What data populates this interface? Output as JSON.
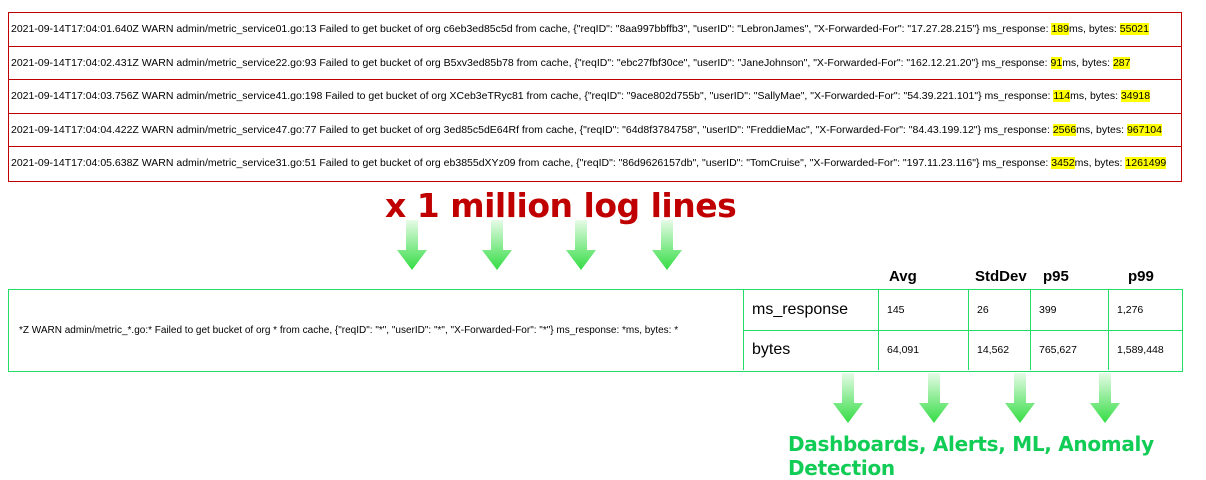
{
  "logs": [
    {
      "prefix": "2021-09-14T17:04:01.640Z WARN admin/metric_service01.go:13 Failed to get bucket of org c6eb3ed85c5d from cache, {\"reqID\": \"8aa997bbffb3\", \"userID\": \"LebronJames\", \"X-Forwarded-For\": \"17.27.28.215\"} ms_response: ",
      "ms": "189",
      "mid": "ms, bytes: ",
      "bytes": "55021"
    },
    {
      "prefix": "2021-09-14T17:04:02.431Z WARN admin/metric_service22.go:93 Failed to get bucket of org B5xv3ed85b78 from cache, {\"reqID\": \"ebc27fbf30ce\", \"userID\": \"JaneJohnson\", \"X-Forwarded-For\": \"162.12.21.20\"} ms_response: ",
      "ms": "91",
      "mid": "ms, bytes: ",
      "bytes": "287"
    },
    {
      "prefix": "2021-09-14T17:04:03.756Z WARN admin/metric_service41.go:198 Failed to get bucket of org XCeb3eTRyc81 from cache, {\"reqID\": \"9ace802d755b\", \"userID\": \"SallyMae\", \"X-Forwarded-For\": \"54.39.221.101\"} ms_response: ",
      "ms": "114",
      "mid": "ms, bytes: ",
      "bytes": "34918"
    },
    {
      "prefix": "2021-09-14T17:04:04.422Z WARN admin/metric_service47.go:77 Failed to get bucket of org 3ed85c5dE64Rf from cache, {\"reqID\": \"64d8f3784758\", \"userID\": \"FreddieMac\", \"X-Forwarded-For\": \"84.43.199.12\"} ms_response: ",
      "ms": "2566",
      "mid": "ms, bytes: ",
      "bytes": "967104"
    },
    {
      "prefix": "2021-09-14T17:04:05.638Z WARN admin/metric_service31.go:51 Failed to get bucket of org eb3855dXYz09 from cache, {\"reqID\": \"86d9626157db\", \"userID\": \"TomCruise\", \"X-Forwarded-For\": \"197.11.23.116\"} ms_response: ",
      "ms": "3452",
      "mid": "ms, bytes: ",
      "bytes": "1261499"
    }
  ],
  "title": "x 1 million log lines",
  "pattern": "*Z WARN admin/metric_*.go:* Failed to get bucket of org * from cache, {\"reqID\": \"*\", \"userID\": \"*\", \"X-Forwarded-For\": \"*\"} ms_response: *ms, bytes: *",
  "headers": [
    "Avg",
    "StdDev",
    "p95",
    "p99"
  ],
  "rows": [
    {
      "metric": "ms_response",
      "values": [
        "145",
        "26",
        "399",
        "1,276"
      ]
    },
    {
      "metric": "bytes",
      "values": [
        "64,091",
        "14,562",
        "765,627",
        "1,589,448"
      ]
    }
  ],
  "footer": "Dashboards, Alerts, ML, Anomaly Detection",
  "colors": {
    "log_border": "#c00000",
    "highlight": "#ffff00",
    "summary_border": "#22dd66",
    "footer": "#11cc55"
  }
}
